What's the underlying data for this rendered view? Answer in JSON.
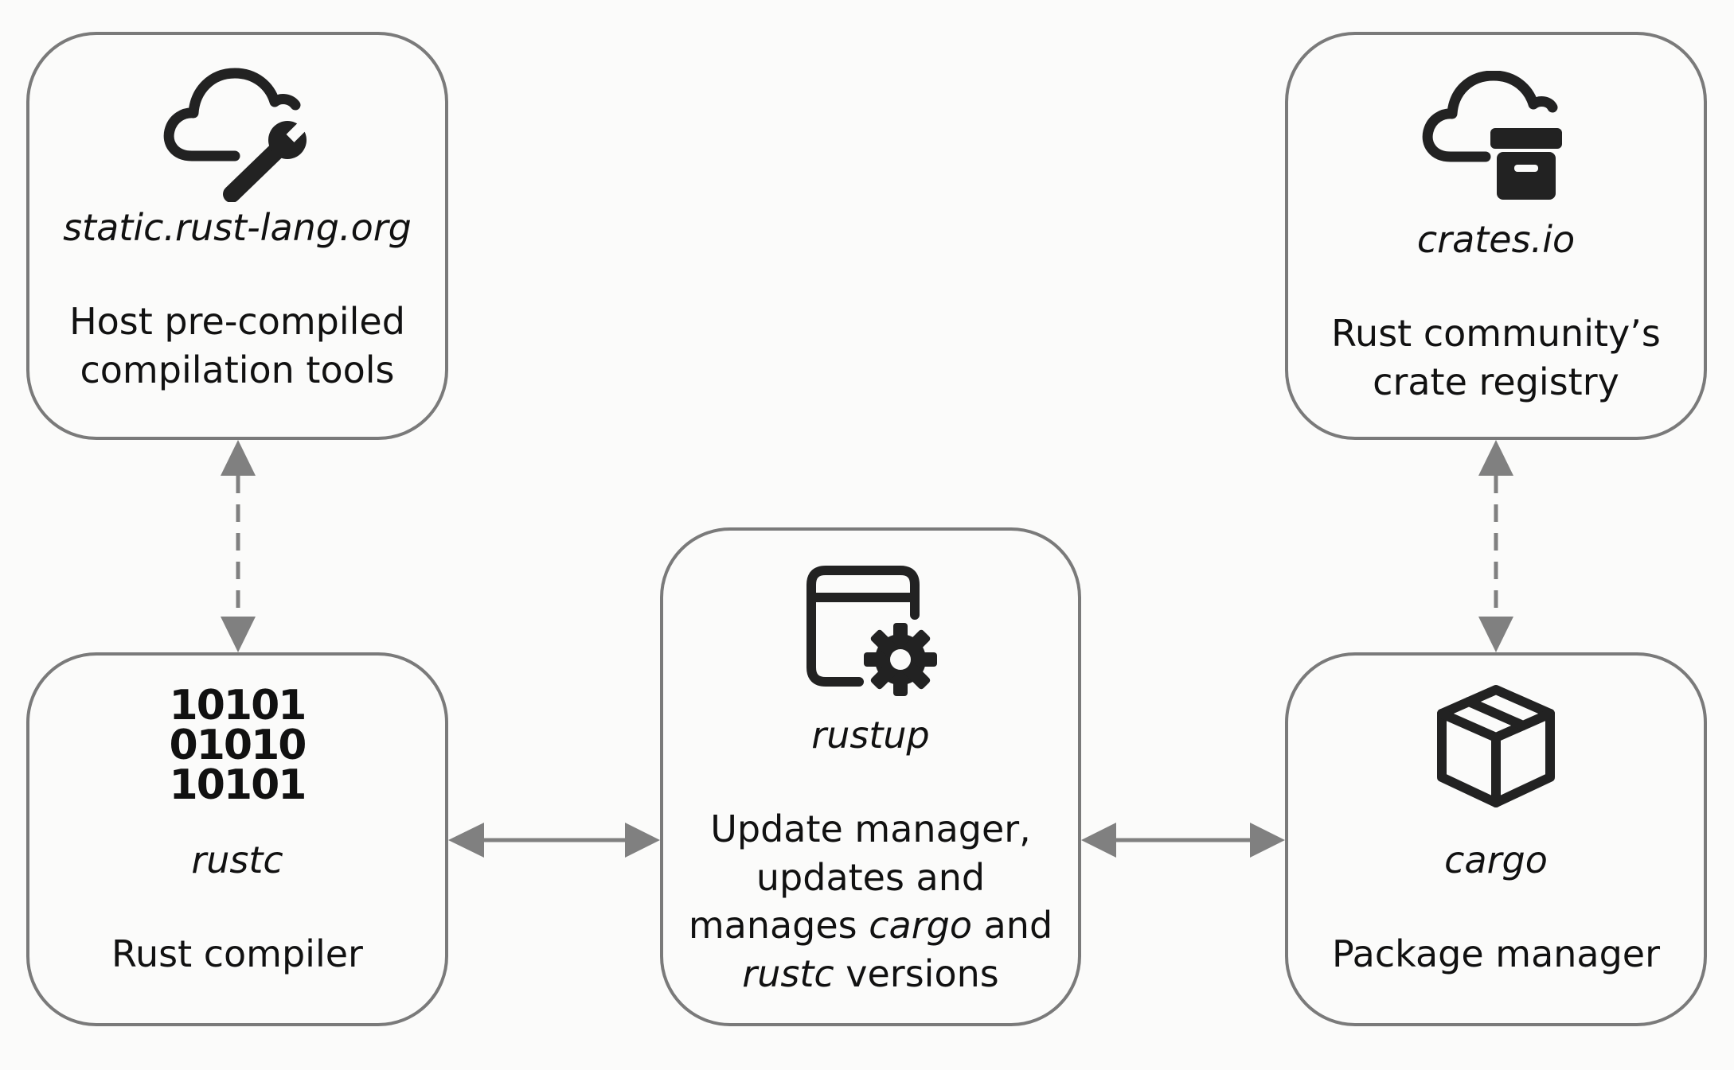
{
  "nodes": {
    "static": {
      "title": "static.rust-lang.org",
      "desc_lines": [
        "Host pre-compiled",
        "compilation tools"
      ],
      "icon": "cloud-wrench-icon"
    },
    "crates": {
      "title": "crates.io",
      "desc_lines": [
        "Rust community’s",
        "crate registry"
      ],
      "icon": "cloud-archive-icon"
    },
    "rustc": {
      "title": "rustc",
      "desc_lines": [
        "Rust compiler"
      ],
      "icon": "binary-code-icon",
      "binary_lines": [
        "10101",
        "01010",
        "10101"
      ]
    },
    "rustup": {
      "title": "rustup",
      "icon": "window-gear-icon",
      "desc": {
        "line1": "Update manager,",
        "line2": "updates and",
        "line3_a": "manages ",
        "line3_b": "cargo",
        "line3_c": " and",
        "line4_a": "rustc",
        "line4_b": " versions"
      }
    },
    "cargo": {
      "title": "cargo",
      "desc_lines": [
        "Package manager"
      ],
      "icon": "package-box-icon"
    }
  },
  "colors": {
    "border": "#7a7a7a",
    "arrow": "#808080",
    "icon": "#222222",
    "background": "#fbfbfa"
  }
}
